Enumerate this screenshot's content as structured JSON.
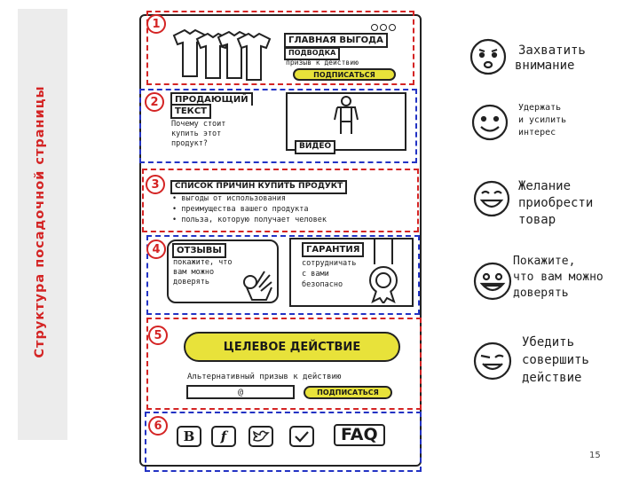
{
  "side_title": "Структура посадочной страницы",
  "sections": [
    {
      "num": "1",
      "heading": "ГЛАВНАЯ ВЫГОДА",
      "subheading": "ПОДВОДКА",
      "cta_hint": "призыв к действию",
      "button": "ПОДПИСАТЬСЯ"
    },
    {
      "num": "2",
      "heading_line1": "ПРОДАЮЩИЙ",
      "heading_line2": "ТЕКСТ",
      "question_lines": [
        "Почему стоит",
        "купить этот",
        "продукт?"
      ],
      "video_label": "ВИДЕО"
    },
    {
      "num": "3",
      "heading": "СПИСОК ПРИЧИН КУПИТЬ ПРОДУКТ",
      "bullets": [
        "• выгоды от использования",
        "• преимущества вашего продукта",
        "• польза, которую получает человек"
      ]
    },
    {
      "num": "4",
      "reviews_label": "ОТЗЫВЫ",
      "reviews_lines": [
        "покажите, что",
        "вам можно",
        "доверять"
      ],
      "guarantee_label": "ГАРАНТИЯ",
      "guarantee_lines": [
        "сотрудничать",
        "с вами",
        "безопасно"
      ]
    },
    {
      "num": "5",
      "main_button": "ЦЕЛЕВОЕ ДЕЙСТВИЕ",
      "alt_text": "Альтернативный призыв к действию",
      "email_symbol": "@",
      "button": "ПОДПИСАТЬСЯ"
    },
    {
      "num": "6",
      "social": [
        "B",
        "f",
        "bird-icon",
        "check-icon"
      ],
      "faq": "FAQ"
    }
  ],
  "goals": [
    {
      "lines": [
        "Захватить",
        "внимание"
      ],
      "face": "surprised-face-icon"
    },
    {
      "lines": [
        "Удержать",
        "и усилить",
        "интерес"
      ],
      "face": "smiling-face-icon"
    },
    {
      "lines": [
        "Желание",
        "приобрести",
        "товар"
      ],
      "face": "happy-face-icon"
    },
    {
      "lines": [
        "Покажите,",
        "что вам можно",
        "доверять"
      ],
      "face": "grinning-face-icon"
    },
    {
      "lines": [
        "Убедить",
        "совершить",
        "действие"
      ],
      "face": "winking-face-icon"
    }
  ],
  "colors": {
    "red": "#d42424",
    "blue": "#2333c4",
    "yellow": "#e8e23a"
  },
  "page_number": "15"
}
